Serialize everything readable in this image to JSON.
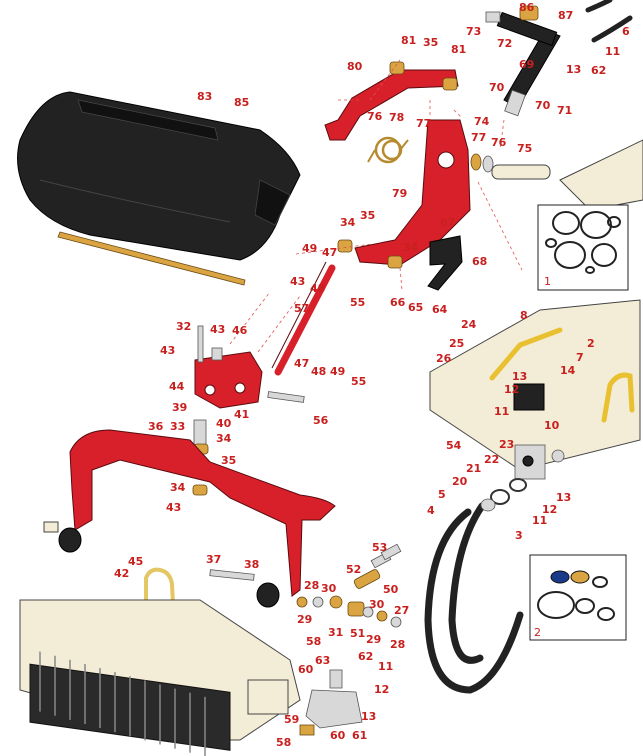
{
  "callouts": [
    "86",
    "73",
    "87",
    "72",
    "6",
    "11",
    "62",
    "13",
    "69",
    "81",
    "35",
    "81",
    "80",
    "83",
    "85",
    "70",
    "74",
    "70",
    "71",
    "76",
    "78",
    "77",
    "77",
    "76",
    "75",
    "79",
    "35",
    "67",
    "34",
    "34",
    "68",
    "49",
    "47",
    "43",
    "48",
    "55",
    "66",
    "65",
    "64",
    "57",
    "24",
    "8",
    "2",
    "25",
    "7",
    "26",
    "13",
    "14",
    "12",
    "11",
    "10",
    "32",
    "43",
    "46",
    "43",
    "44",
    "39",
    "40",
    "41",
    "47",
    "48",
    "49",
    "55",
    "56",
    "36",
    "33",
    "34",
    "35",
    "34",
    "43",
    "54",
    "23",
    "22",
    "21",
    "20",
    "5",
    "4",
    "13",
    "12",
    "11",
    "3",
    "53",
    "45",
    "37",
    "38",
    "42",
    "52",
    "50",
    "28",
    "30",
    "30",
    "29",
    "51",
    "29",
    "27",
    "28",
    "31",
    "58",
    "63",
    "62",
    "11",
    "60",
    "12",
    "13",
    "59",
    "60",
    "61",
    "58"
  ],
  "kit_labels": [
    "1",
    "2"
  ]
}
